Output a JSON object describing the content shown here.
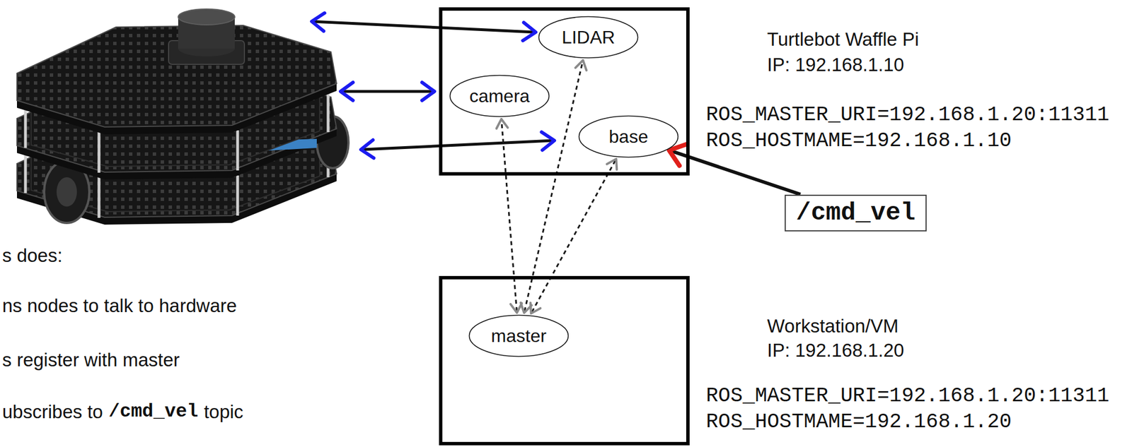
{
  "diagram": {
    "nodes": [
      {
        "text": [
          "Turtlebot Waffle Pi",
          "IP: 192.168.1.10"
        ]
      },
      {
        "text": [
          "LIDAR"
        ],
        "in": 0
      },
      {
        "text": [
          "camera"
        ],
        "in": 0
      },
      {
        "text": [
          "base"
        ],
        "in": 0
      },
      {
        "text": [
          "/cmd_vel"
        ]
      },
      {
        "text": [
          "Workstation/VM",
          "IP: 192.168.1.20"
        ]
      },
      {
        "text": [
          "master"
        ],
        "in": 5
      }
    ],
    "edges": [
      {
        "from": 4,
        "to": 3,
        "arrow": "to"
      },
      {
        "from": 6,
        "to": 2,
        "arrow": "both"
      },
      {
        "from": 6,
        "to": 1,
        "arrow": "both"
      },
      {
        "from": 6,
        "to": 3,
        "arrow": "both"
      }
    ],
    "labels": [
      "ROS_MASTER_URI=192.168.1.20:11311",
      "ROS_HOSTMAME=192.168.1.10",
      "ROS_MASTER_URI=192.168.1.20:11311",
      "ROS_HOSTMAME=192.168.1.20",
      "s does:",
      "ns nodes to talk to hardware",
      "s register with master",
      "ubscribes to",
      "/cmd_vel",
      "topic"
    ]
  }
}
